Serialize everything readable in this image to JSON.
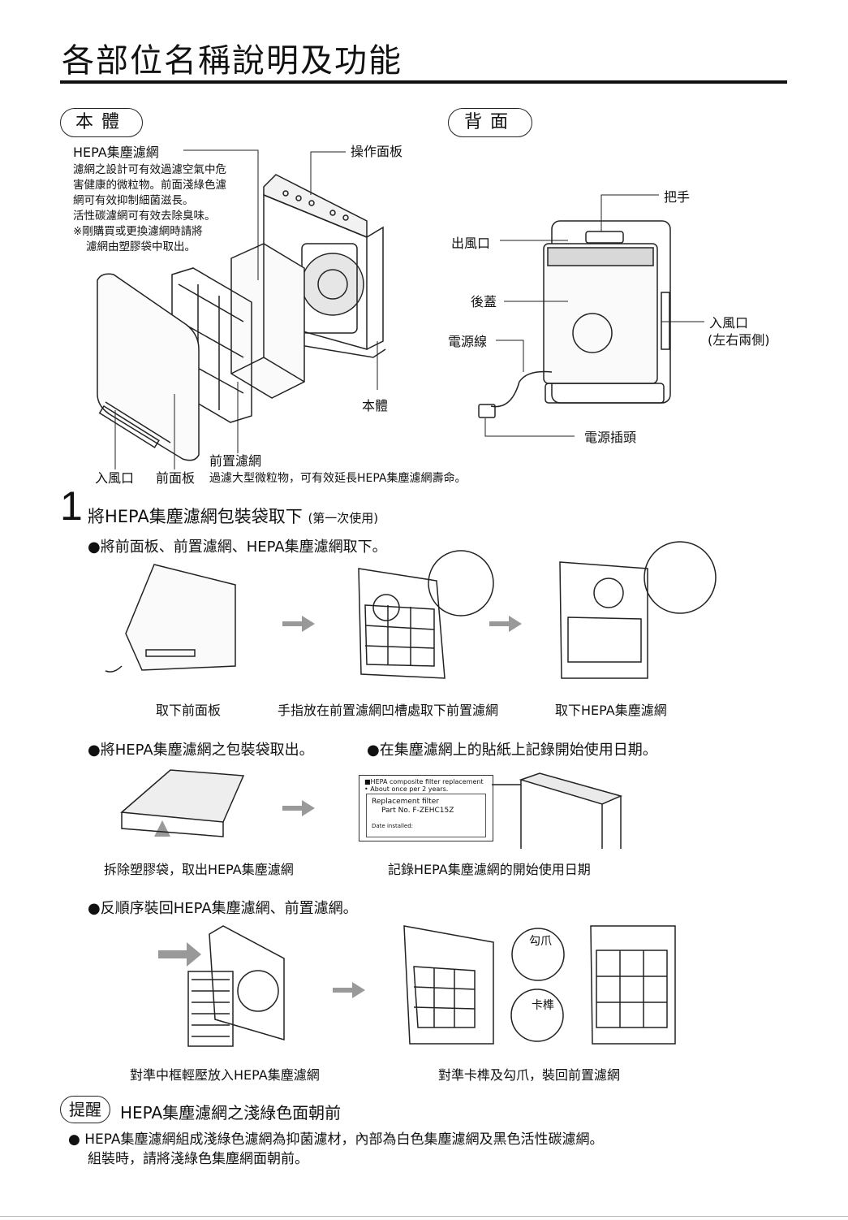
{
  "title": "各部位名稱說明及功能",
  "sections": {
    "body": "本體",
    "back": "背面"
  },
  "body_labels": {
    "hepa_title": "HEPA集塵濾網",
    "hepa_desc": [
      "濾網之設計可有效過濾空氣中危",
      "害健康的微粒物。前面淺綠色濾",
      "網可有效抑制細菌滋長。",
      "活性碳濾網可有效去除臭味。",
      "※剛購買或更換濾網時請將",
      "濾網由塑膠袋中取出。"
    ],
    "control_panel": "操作面板",
    "main_body": "本體",
    "pre_filter": "前置濾網",
    "inlet": "入風口",
    "front_panel": "前面板",
    "pre_filter_desc": "過濾大型微粒物，可有效延長HEPA集塵濾網壽命。"
  },
  "back_labels": {
    "handle": "把手",
    "outlet": "出風口",
    "rear_cover": "後蓋",
    "power_cord": "電源線",
    "inlet": "入風口",
    "inlet_note": "(左右兩側)",
    "plug": "電源插頭"
  },
  "step": {
    "number": "1",
    "title": "將HEPA集塵濾網包裝袋取下",
    "title_note": "(第一次使用)",
    "bullet1": "●將前面板、前置濾網、HEPA集塵濾網取下。",
    "captions1": [
      "取下前面板",
      "手指放在前置濾網凹槽處取下前置濾網",
      "取下HEPA集塵濾網"
    ],
    "bullet2": "●將HEPA集塵濾網之包裝袋取出。",
    "bullet3": "●在集塵濾網上的貼紙上記錄開始使用日期。",
    "captions2": [
      "拆除塑膠袋，取出HEPA集塵濾網",
      "記錄HEPA集塵濾網的開始使用日期"
    ],
    "bullet4": "●反順序裝回HEPA集塵濾網、前置濾網。",
    "captions3": [
      "對準中框輕壓放入HEPA集塵濾網",
      "對準卡榫及勾爪，裝回前置濾網"
    ],
    "hook": "勾爪",
    "latch": "卡榫"
  },
  "sticker": {
    "line1": "■HEPA composite filter replacement",
    "line2": "• About once per 2 years.",
    "line3": "Replacement filter",
    "line4": "Part No. F-ZEHC15Z",
    "line5": "Date installed:"
  },
  "tip": {
    "badge": "提醒",
    "title": "HEPA集塵濾網之淺綠色面朝前",
    "line1": "● HEPA集塵濾網組成淺綠色濾網為抑菌濾材，內部為白色集塵濾網及黑色活性碳濾網。",
    "line2": "組裝時，請將淺綠色集塵網面朝前。"
  }
}
